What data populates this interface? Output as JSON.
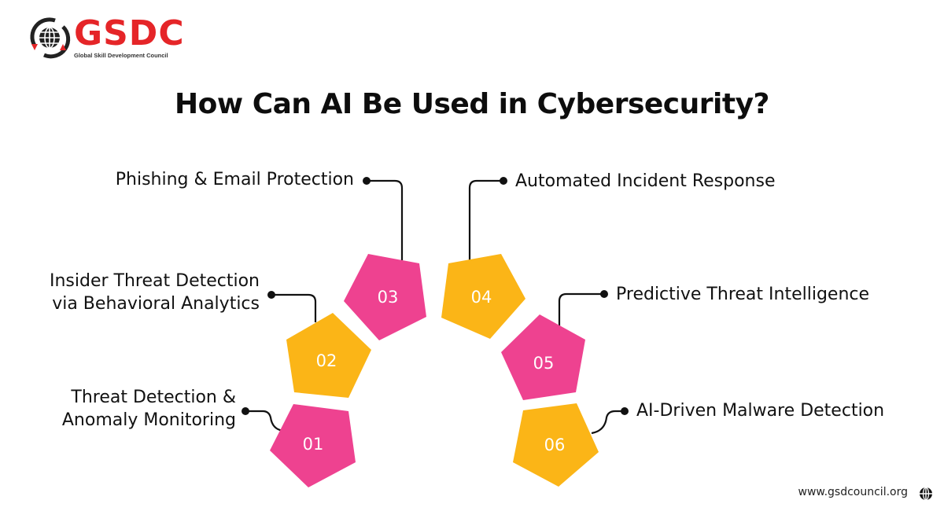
{
  "brand": {
    "name": "GSDC",
    "tagline": "Global Skill Development Council",
    "primary_color": "#e52528"
  },
  "title": "How Can AI Be Used in Cybersecurity?",
  "colors": {
    "magenta": "#ee4290",
    "yellow": "#fbb517",
    "line": "#111111"
  },
  "steps": [
    {
      "number": "01",
      "label_lines": [
        "Threat Detection &",
        "Anomaly Monitoring"
      ],
      "color": "magenta"
    },
    {
      "number": "02",
      "label_lines": [
        "Insider Threat Detection",
        "via Behavioral Analytics"
      ],
      "color": "yellow"
    },
    {
      "number": "03",
      "label_lines": [
        "Phishing & Email Protection"
      ],
      "color": "magenta"
    },
    {
      "number": "04",
      "label_lines": [
        "Automated Incident Response"
      ],
      "color": "yellow"
    },
    {
      "number": "05",
      "label_lines": [
        "Predictive Threat Intelligence"
      ],
      "color": "magenta"
    },
    {
      "number": "06",
      "label_lines": [
        "AI-Driven Malware Detection"
      ],
      "color": "yellow"
    }
  ],
  "footer": {
    "website": "www.gsdcouncil.org",
    "icon": "globe-icon"
  }
}
